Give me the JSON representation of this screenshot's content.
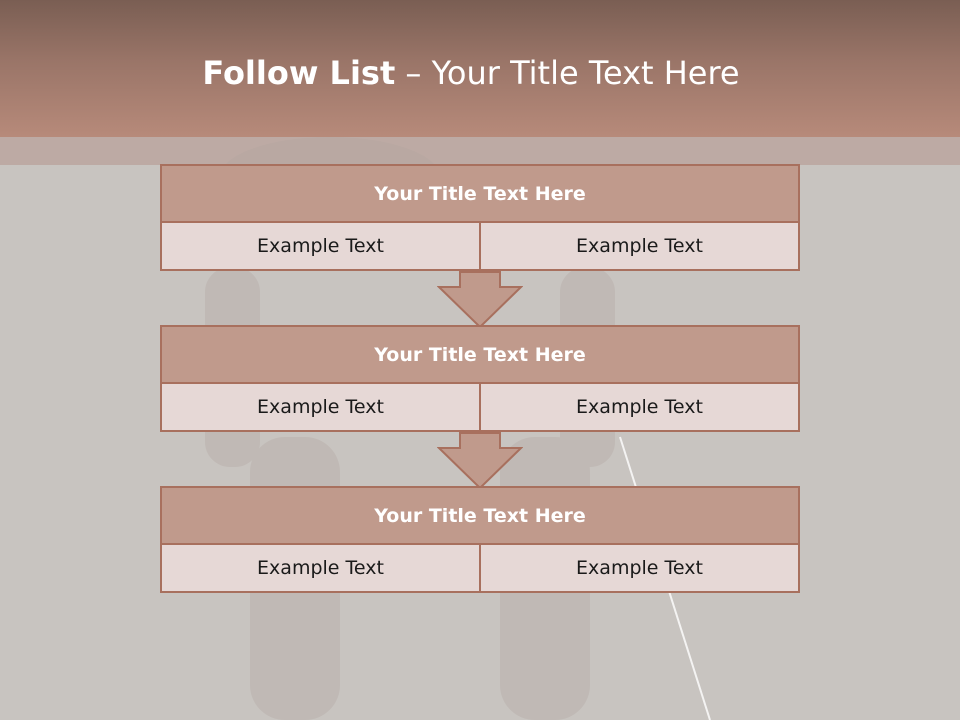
{
  "slide": {
    "title_bold": "Follow List",
    "title_rest": "  – Your Title Text Here"
  },
  "blocks": [
    {
      "title": "Your Title Text Here",
      "left": "Example Text",
      "right": "Example Text"
    },
    {
      "title": "Your Title Text Here",
      "left": "Example Text",
      "right": "Example Text"
    },
    {
      "title": "Your Title Text Here",
      "left": "Example Text",
      "right": "Example Text"
    }
  ],
  "colors": {
    "header": "#9a7568",
    "block_border": "#a8705e",
    "block_title_bg": "#c09a8c",
    "cell_bg": "#e6d8d6",
    "background": "#c8c4c0"
  },
  "icons": [
    "down-arrow-icon"
  ]
}
